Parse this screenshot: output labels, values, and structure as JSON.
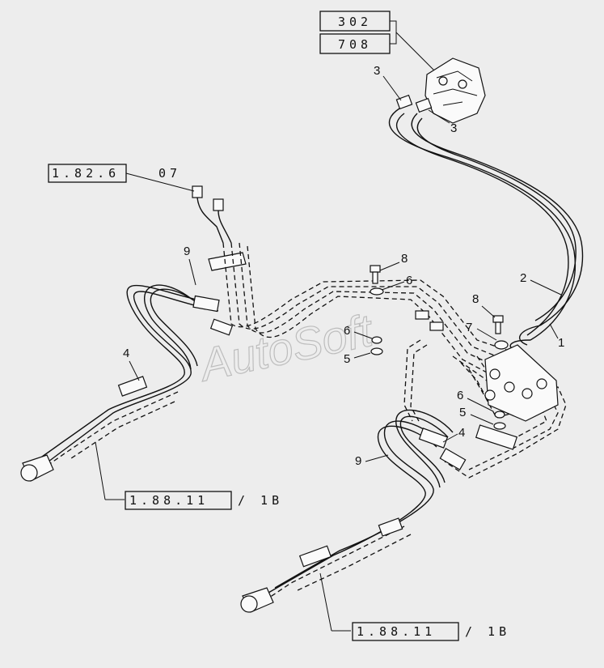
{
  "refs": {
    "top1": "302",
    "top2": "708",
    "ref_182": "1.82.6",
    "ref_182_suffix": "07",
    "ref_188_a": "1.88.11",
    "ref_188_a_suffix": "/ 1B",
    "ref_188_b": "1.88.11",
    "ref_188_b_suffix": "/ 1B"
  },
  "callouts": {
    "c3a": "3",
    "c3b": "3",
    "c2": "2",
    "c1": "1",
    "c9a": "9",
    "c9b": "9",
    "c4a": "4",
    "c4b": "4",
    "c8a": "8",
    "c8b": "8",
    "c6a": "6",
    "c6b": "6",
    "c6c": "6",
    "c5a": "5",
    "c5b": "5",
    "c7": "7"
  },
  "watermark": "AutoSoft",
  "colors": {
    "background": "#ededed",
    "line": "#111111"
  }
}
